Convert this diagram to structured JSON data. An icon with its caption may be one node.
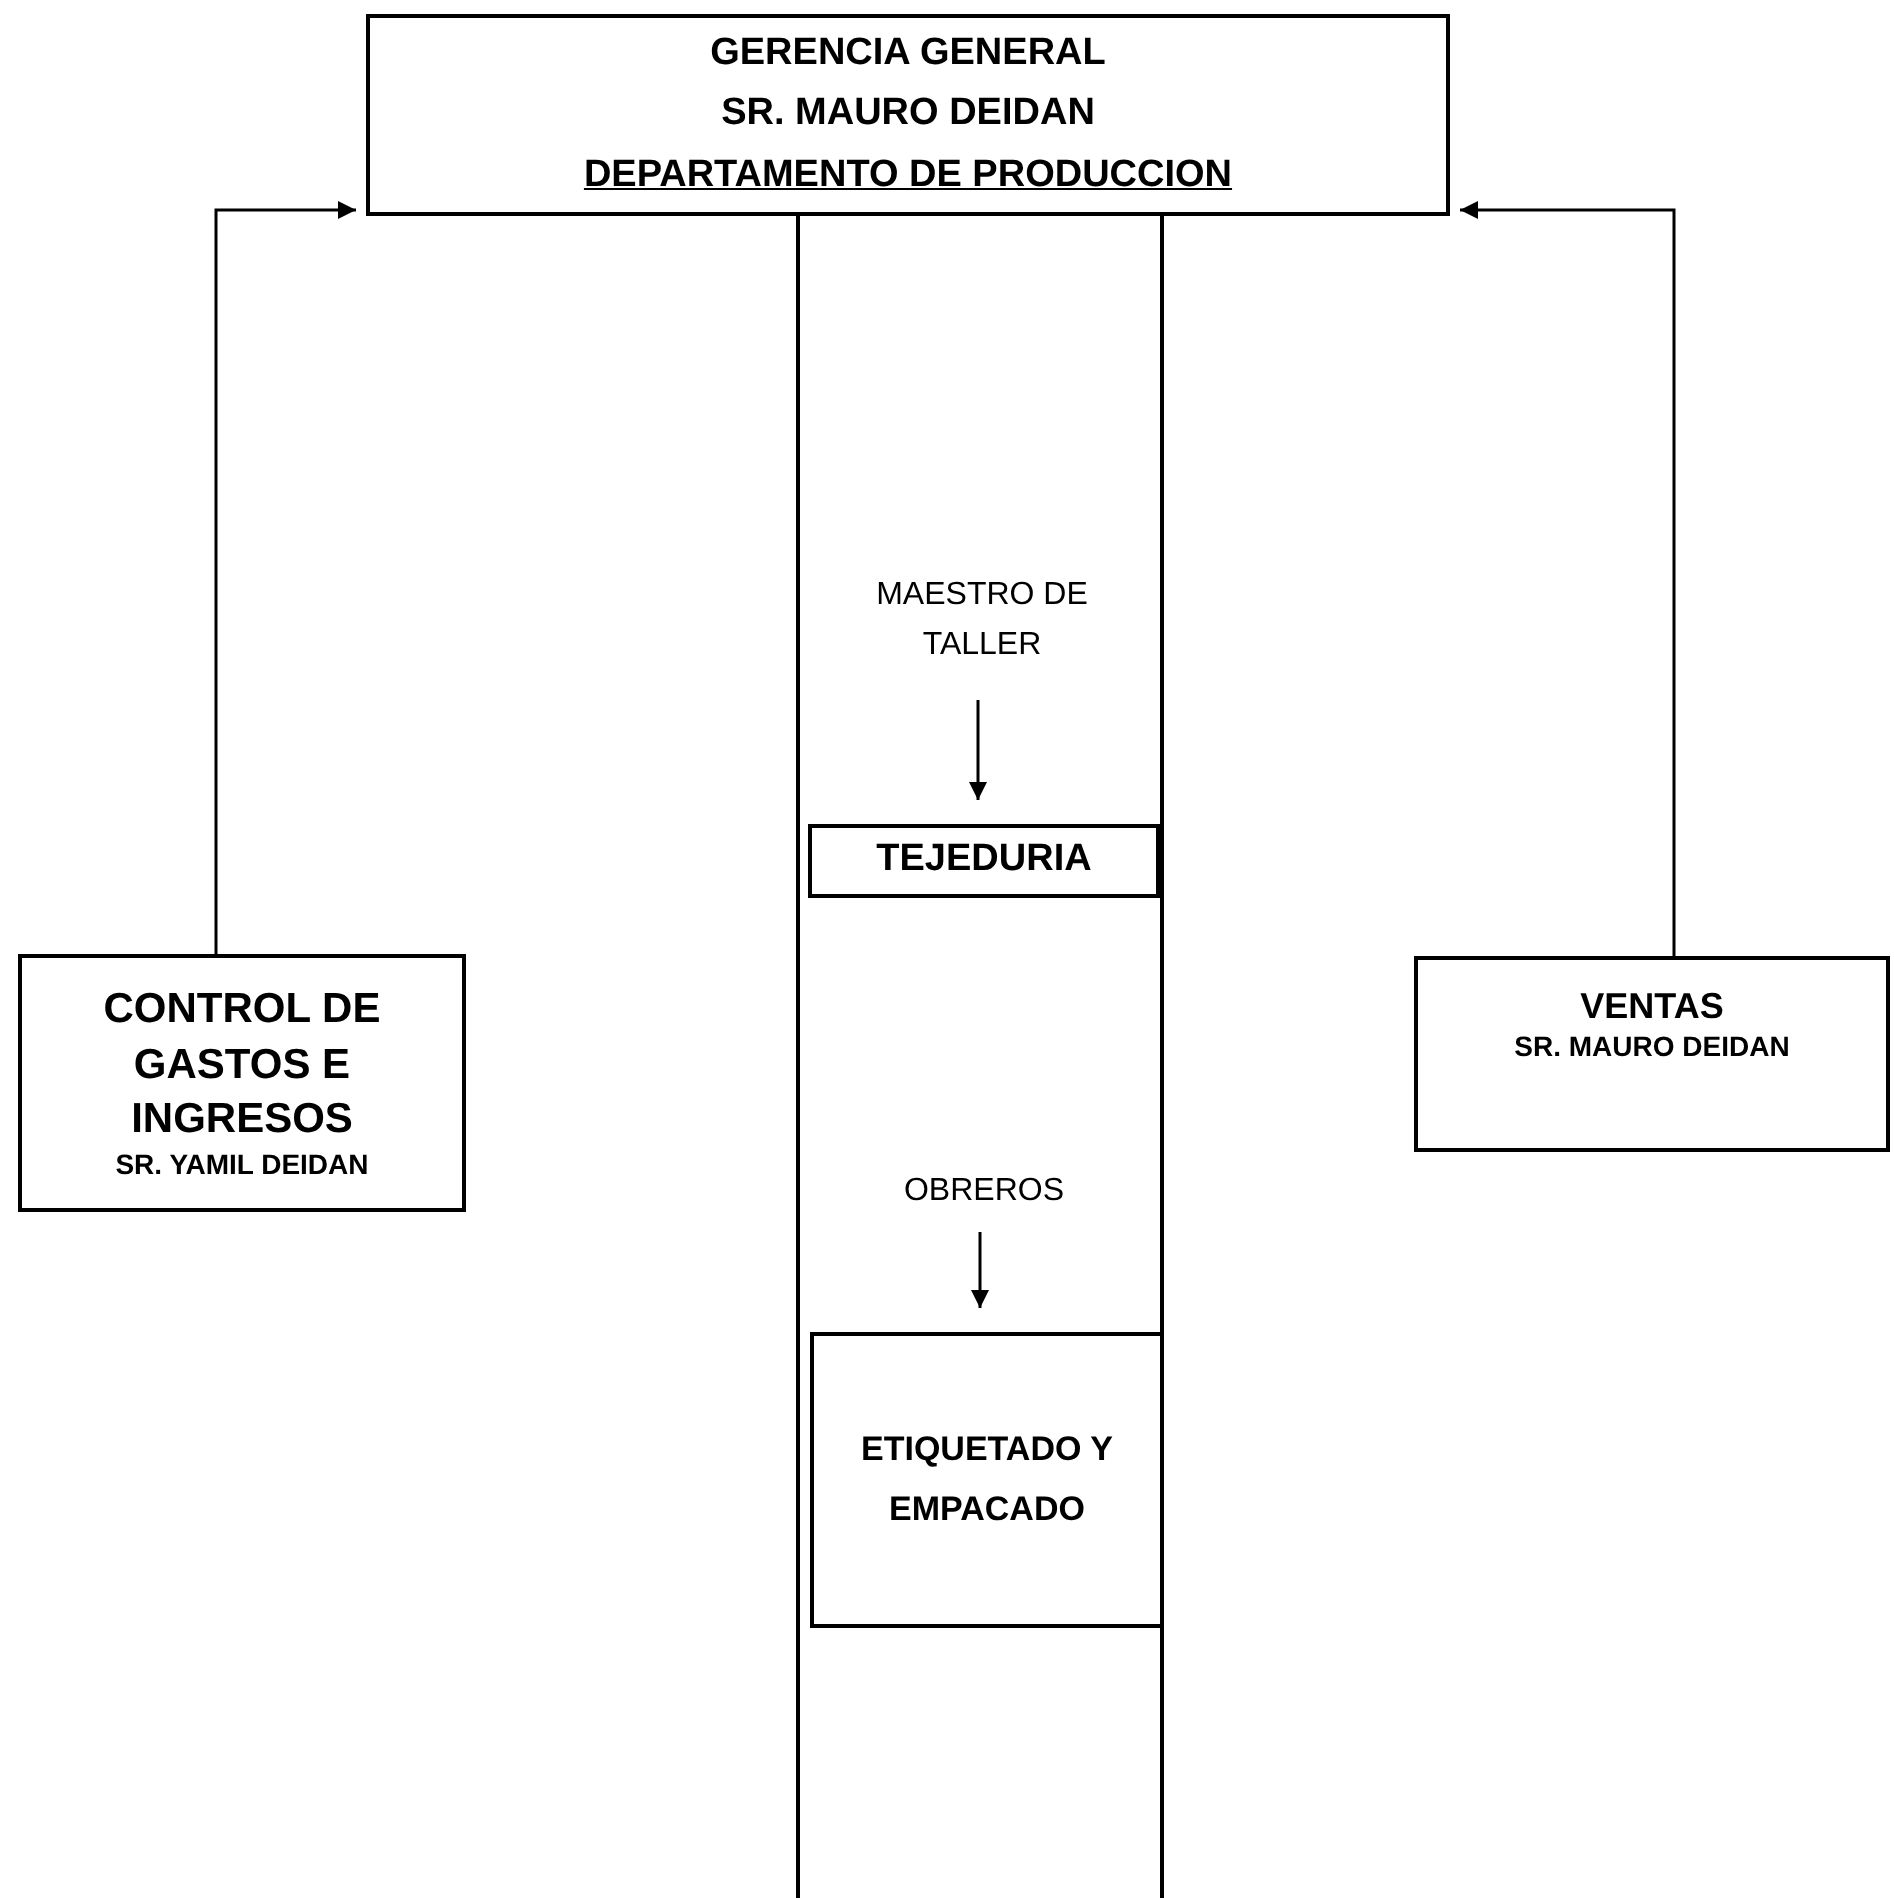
{
  "diagram": {
    "nodes": [
      {
        "text": [
          "GERENCIA GENERAL",
          "SR. MAURO DEIDAN",
          "DEPARTAMENTO DE PRODUCCION"
        ]
      },
      {
        "text": [],
        "shape": "band"
      },
      {
        "text": [
          "MAESTRO DE TALLER"
        ],
        "in": 1
      },
      {
        "text": [
          "TEJEDURIA"
        ],
        "in": 1
      },
      {
        "text": [
          "OBREROS"
        ],
        "in": 1
      },
      {
        "text": [
          "ETIQUETADO Y EMPACADO"
        ],
        "in": 1
      },
      {
        "text": [
          "CONTROL DE GASTOS E INGRESOS",
          "SR. YAMIL DEIDAN"
        ]
      },
      {
        "text": [
          "VENTAS",
          "SR. MAURO DEIDAN"
        ]
      }
    ],
    "edges": [
      {
        "from": 6,
        "to": 0,
        "arrow": "to"
      },
      {
        "from": 7,
        "to": 0,
        "arrow": "to"
      },
      {
        "from": 2,
        "to": 3,
        "arrow": "to"
      },
      {
        "from": 4,
        "to": 5,
        "arrow": "to"
      }
    ]
  }
}
